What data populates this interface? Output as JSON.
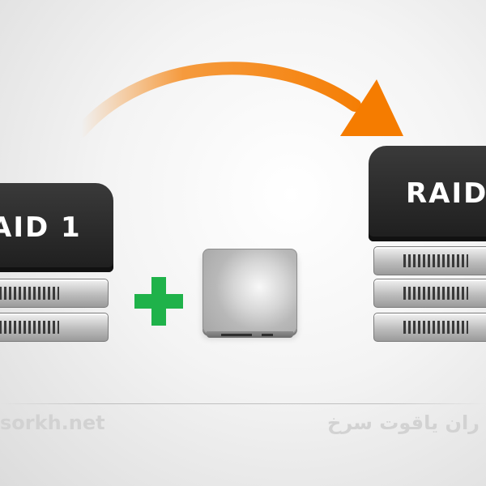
{
  "left_server": {
    "label": "AID 1"
  },
  "right_server": {
    "label": "RAID"
  },
  "colors": {
    "arrow": "#f57c00",
    "plus": "#1fb24a",
    "server_top": "#222222"
  },
  "icons": {
    "plus": "plus-icon",
    "arrow": "curved-arrow-icon",
    "ssd": "ssd-icon"
  },
  "footer": {
    "site": "sorkh.net",
    "brand": "ران یاقوت سرخ"
  }
}
